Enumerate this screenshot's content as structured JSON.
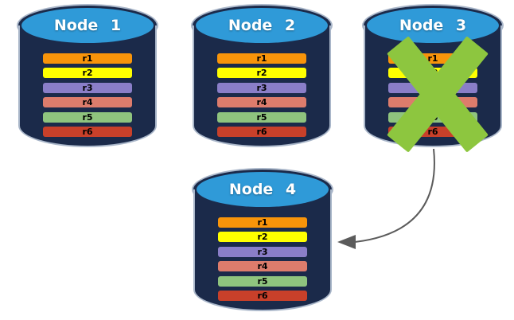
{
  "canvas": {
    "background": "#FFFFFF"
  },
  "colors": {
    "canvas_bg": "#FFFFFF",
    "cylinder_body": "#1B2A4A",
    "cylinder_top": "#2F9AD8",
    "cylinder_outline": "#A9B6C9",
    "title_text": "#FFFFFF",
    "row_text": "#000000",
    "failure_x": "#8DC63F",
    "arrow": "#5B5B5B"
  },
  "nodes": [
    {
      "title": "Node 1",
      "crossed_out": false,
      "rows": [
        {
          "label": "r1",
          "color": "#F8940A"
        },
        {
          "label": "r2",
          "color": "#FFFF00"
        },
        {
          "label": "r3",
          "color": "#8A7EC8"
        },
        {
          "label": "r4",
          "color": "#DD7C6C"
        },
        {
          "label": "r5",
          "color": "#8FC47E"
        },
        {
          "label": "r6",
          "color": "#C8402A"
        }
      ]
    },
    {
      "title": "Node 2",
      "crossed_out": false,
      "rows": [
        {
          "label": "r1",
          "color": "#F8940A"
        },
        {
          "label": "r2",
          "color": "#FFFF00"
        },
        {
          "label": "r3",
          "color": "#8A7EC8"
        },
        {
          "label": "r4",
          "color": "#DD7C6C"
        },
        {
          "label": "r5",
          "color": "#8FC47E"
        },
        {
          "label": "r6",
          "color": "#C8402A"
        }
      ]
    },
    {
      "title": "Node 3",
      "crossed_out": true,
      "rows": [
        {
          "label": "r1",
          "color": "#F8940A"
        },
        {
          "label": "r2",
          "color": "#FFFF00"
        },
        {
          "label": "r3",
          "color": "#8A7EC8"
        },
        {
          "label": "r4",
          "color": "#DD7C6C"
        },
        {
          "label": "r5",
          "color": "#8FC47E"
        },
        {
          "label": "r6",
          "color": "#C8402A"
        }
      ]
    },
    {
      "title": "Node 4",
      "crossed_out": false,
      "rows": [
        {
          "label": "r1",
          "color": "#F8940A"
        },
        {
          "label": "r2",
          "color": "#FFFF00"
        },
        {
          "label": "r3",
          "color": "#8A7EC8"
        },
        {
          "label": "r4",
          "color": "#DD7C6C"
        },
        {
          "label": "r5",
          "color": "#8FC47E"
        },
        {
          "label": "r6",
          "color": "#C8402A"
        }
      ]
    }
  ],
  "connector": {
    "from": "Node 3",
    "to": "Node 4",
    "style": "curved-arrow"
  }
}
